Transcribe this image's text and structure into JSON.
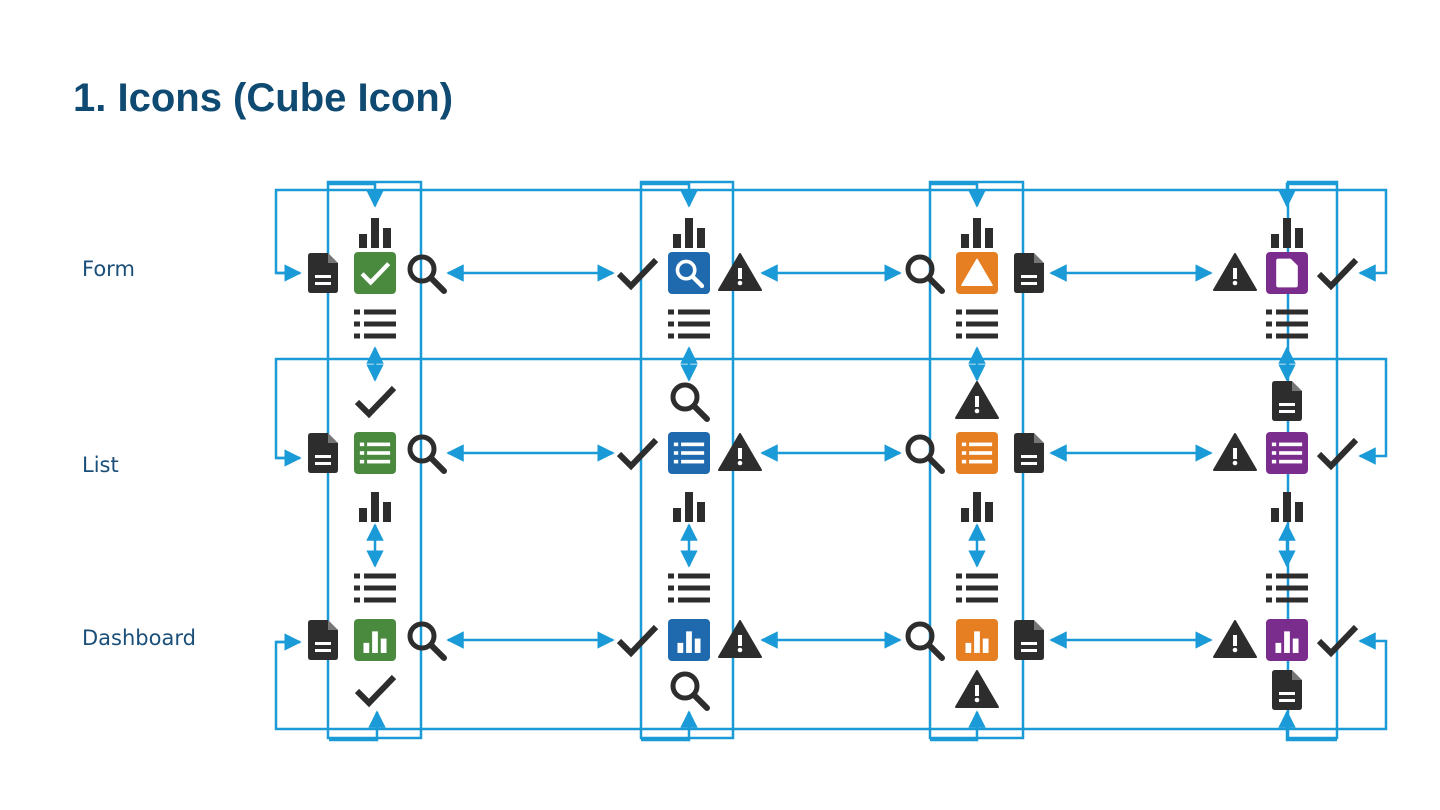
{
  "title": "1. Icons (Cube Icon)",
  "rows": [
    {
      "label": "Form",
      "center_icon": "check-icon",
      "top_icon": "bar-chart-icon",
      "bottom_icon": "list-icon"
    },
    {
      "label": "List",
      "center_icon": "list-icon",
      "top_icon": "check-icon",
      "bottom_icon": "bar-chart-icon"
    },
    {
      "label": "Dashboard",
      "center_icon": "bar-chart-icon",
      "top_icon": "list-icon",
      "bottom_icon": "check-icon"
    }
  ],
  "columns": [
    {
      "color": "#4a8a3f",
      "left_icon": "document-icon",
      "right_icon": "search-icon",
      "form_icon": "check-icon",
      "list_top_icon": "check-icon",
      "dashboard_bottom_icon": "check-icon"
    },
    {
      "color": "#1f6aae",
      "left_icon": "check-icon",
      "right_icon": "warning-icon",
      "form_icon": "search-icon",
      "list_top_icon": "search-icon",
      "dashboard_bottom_icon": "search-icon"
    },
    {
      "color": "#e67e22",
      "left_icon": "search-icon",
      "right_icon": "document-icon",
      "form_icon": "warning-icon",
      "list_top_icon": "warning-icon",
      "dashboard_bottom_icon": "warning-icon"
    },
    {
      "color": "#7b2d8e",
      "left_icon": "warning-icon",
      "right_icon": "check-icon",
      "form_icon": "document-icon",
      "list_top_icon": "document-icon",
      "dashboard_bottom_icon": "document-icon"
    }
  ],
  "colors": {
    "connector": "#1a9ad6",
    "icon": "#2d2d2d",
    "title": "#0e4a72",
    "label": "#1a4f7a"
  }
}
